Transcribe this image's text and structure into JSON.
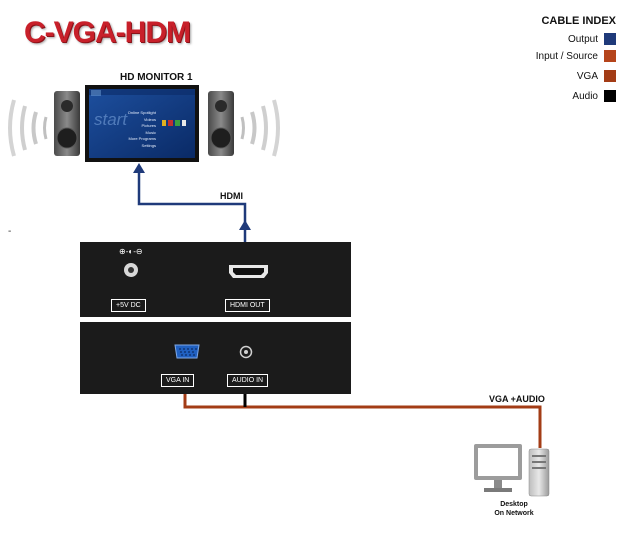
{
  "title": "C-VGA-HDM",
  "legend": {
    "title": "CABLE INDEX",
    "items": [
      {
        "label": "Output",
        "color": "#1f3a7a"
      },
      {
        "label": "Input / Source",
        "color": "#b5441b"
      },
      {
        "label": "VGA",
        "color": "#a33c16"
      },
      {
        "label": "Audio",
        "color": "#000000"
      }
    ]
  },
  "monitor": {
    "label": "HD MONITOR 1",
    "screen_logo": "start",
    "menu_items": [
      "Online Spotlight",
      "Videos",
      "Pictures",
      "Music",
      "More Programs",
      "Settings"
    ]
  },
  "cables": {
    "hdmi_label": "HDMI",
    "vga_audio_label": "VGA +AUDIO"
  },
  "device": {
    "top_ports": [
      "+5V DC",
      "HDMI OUT"
    ],
    "bottom_ports": [
      "VGA IN",
      "AUDIO IN"
    ],
    "power_symbol": "⊕-◐-⊖"
  },
  "computer": {
    "line1": "Desktop",
    "line2": "On Network"
  },
  "stray_mark": "-"
}
